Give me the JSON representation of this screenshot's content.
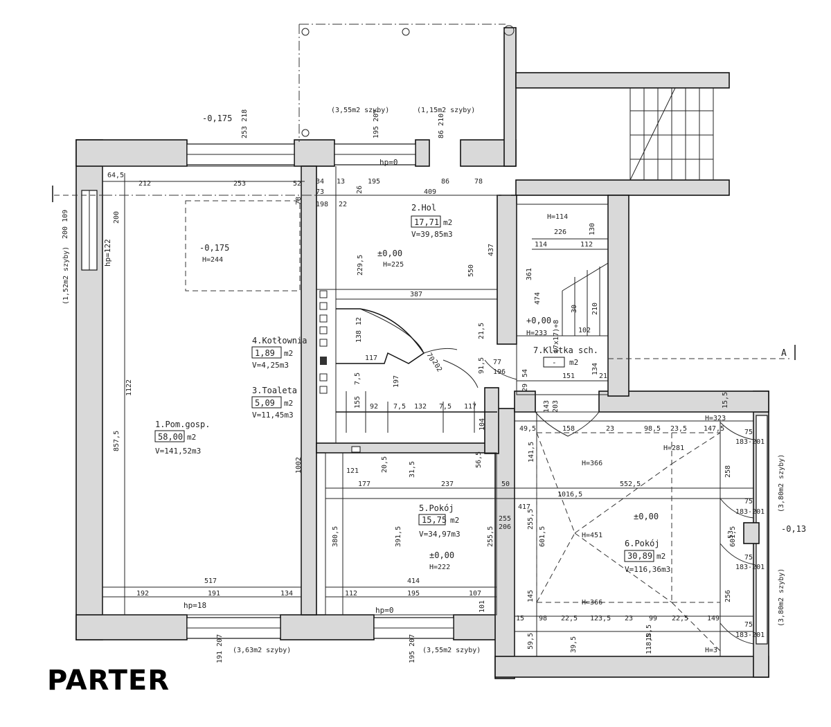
{
  "title": "PARTER",
  "rooms": [
    {
      "name": "1.Pom.gosp.",
      "area": "58,00",
      "unit": "m2",
      "volume": "V=141,52m3"
    },
    {
      "name": "2.Hol",
      "area": "17,71",
      "unit": "m2",
      "volume": "V=39,85m3"
    },
    {
      "name": "3.Toaleta",
      "area": "5,09",
      "unit": "m2",
      "volume": "V=11,45m3"
    },
    {
      "name": "4.Kotłownia",
      "area": "1,89",
      "unit": "m2",
      "volume": "V=4,25m3"
    },
    {
      "name": "5.Pokój",
      "area": "15,75",
      "unit": "m2",
      "volume": "V=34,97m3"
    },
    {
      "name": "6.Pokój",
      "area": "30,89",
      "unit": "m2",
      "volume": "V=116,36m3"
    },
    {
      "name": "7.Klatka sch.",
      "area": "-",
      "unit": "m2",
      "volume": ""
    }
  ],
  "levels": {
    "l1": "-0,175",
    "l1h": "H=244",
    "l2": "±0,00",
    "l2h": "H=225",
    "l5": "±0,00",
    "l5h": "H=222",
    "l6": "±0,00",
    "l7": "+0,00",
    "l7h": "H=233",
    "top": "-0,175",
    "right": "-0,13"
  },
  "heights": {
    "h114": "H=114",
    "h281": "H=281",
    "h366a": "H=366",
    "h451": "H=451",
    "h366b": "H=366",
    "h323": "H=323",
    "h3": "H=3"
  },
  "sills": {
    "hp122": "hp=122",
    "hp0top": "hp=0",
    "hp18": "hp=18",
    "hp0bot": "hp=0"
  },
  "glazing": {
    "g1": "(3,55m2 szyby)",
    "g2": "(1,15m2 szyby)",
    "g3": "(1,52m2 szyby)",
    "g4": "(3,63m2 szyby)",
    "g5": "(3,55m2 szyby)",
    "g6": "(3,80m2 szyby)",
    "g7": "(3,80m2 szyby)"
  },
  "section_marker": "A",
  "stair_label": "(7x17)+8",
  "dimensions": {
    "d64_5": "64,5",
    "d212": "212",
    "d253": "253",
    "d52": "52",
    "d34": "34",
    "d13": "13",
    "d195": "195",
    "d86": "86",
    "d78": "78",
    "d73": "73",
    "d409": "409",
    "d26": "26",
    "d198": "198",
    "d22": "22",
    "d78b": "78",
    "d200": "200",
    "d229_5": "229,5",
    "d550": "550",
    "d437": "437",
    "d387": "387",
    "d12": "12",
    "d21_5": "21,5",
    "d138": "138",
    "d117": "117",
    "d7_5a": "7,5",
    "d197": "197",
    "d155": "155",
    "d92": "92",
    "d7_5b": "7,5",
    "d132": "132",
    "d7_5c": "7,5",
    "d117b": "117",
    "d104": "104",
    "d70": "70",
    "d202": "202",
    "d91_5": "91,5",
    "d54": "54",
    "d77": "77",
    "d196": "196",
    "d29": "29",
    "d226": "226",
    "d130": "130",
    "d114": "114",
    "d112": "112",
    "d361": "361",
    "d474": "474",
    "d30": "30",
    "d210": "210",
    "d102": "102",
    "d151": "151",
    "d134": "134",
    "d21": "21",
    "d143": "143",
    "d203": "203",
    "d49_5": "49,5",
    "d158": "158",
    "d141_5": "141,5",
    "d23": "23",
    "d98_5": "98,5",
    "d23_5": "23,5",
    "d15_5": "15,5",
    "d147_5": "147,5",
    "d75a": "75",
    "d183_201a": "183-201",
    "d121": "121",
    "d20_5": "20,5",
    "d31_5": "31,5",
    "d56_5": "56,5",
    "d177": "177",
    "d237": "237",
    "d50": "50",
    "d552_5": "552,5",
    "d1016_5": "1016,5",
    "d258": "258",
    "d75b": "75",
    "d183_201b": "183-201",
    "d417": "417",
    "d255": "255",
    "d206": "206",
    "d255_5a": "255,5",
    "d255_5b": "255,5",
    "d601_5a": "601,5",
    "d601_5b": "601,5",
    "d53": "53",
    "d380_5": "380,5",
    "d391_5": "391,5",
    "d75c": "75",
    "d183_201c": "183-201",
    "d256": "256",
    "d414": "414",
    "d517": "517",
    "d192": "192",
    "d191": "191",
    "d134b": "134",
    "d112b": "112",
    "d195b": "195",
    "d107": "107",
    "d101": "101",
    "d145": "145",
    "d15": "15",
    "d98": "98",
    "d22_5a": "22,5",
    "d123_5": "123,5",
    "d23b": "23",
    "d99": "99",
    "d22_5b": "22,5",
    "d149": "149",
    "d75d": "75",
    "d183_201d": "183-201",
    "d59_5": "59,5",
    "d39_5": "39,5",
    "d18_5": "18,5",
    "d118_5": "118,5",
    "d1122": "1122",
    "d857_5": "857,5",
    "d1002": "1002",
    "d191_207": "191 207",
    "d195_207b": "195 207",
    "d253_218": "253 218",
    "d195_207": "195 207",
    "d86_210": "86 210",
    "d200_109": "200 109"
  }
}
